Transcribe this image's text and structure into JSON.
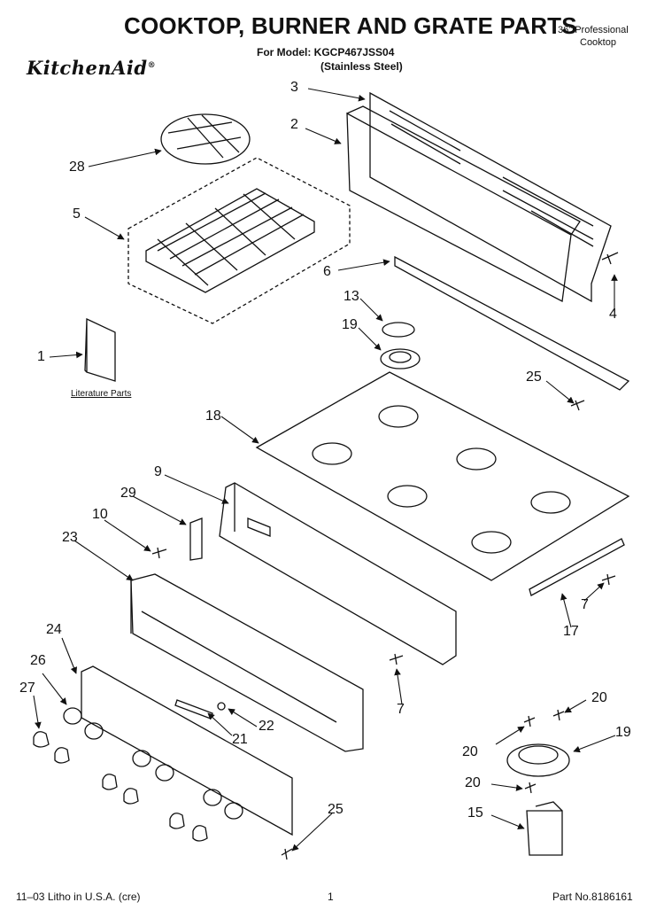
{
  "header": {
    "title": "COOKTOP, BURNER AND GRATE PARTS",
    "model_line": "For Model: KGCP467JSS04",
    "variant": "(Stainless Steel)",
    "product_line1": "36\" Professional",
    "product_line2": "Cooktop",
    "brand": "KitchenAid",
    "brand_mark": "®"
  },
  "callouts": {
    "c3": "3",
    "c2": "2",
    "c28": "28",
    "c5": "5",
    "c6": "6",
    "c4": "4",
    "c13": "13",
    "c19a": "19",
    "c1": "1",
    "c25a": "25",
    "c18": "18",
    "c9": "9",
    "c29": "29",
    "c10": "10",
    "c23": "23",
    "c7a": "7",
    "c17": "17",
    "c24": "24",
    "c26": "26",
    "c27": "27",
    "c7b": "7",
    "c20a": "20",
    "c20b": "20",
    "c19b": "19",
    "c22": "22",
    "c21": "21",
    "c20c": "20",
    "c25b": "25",
    "c15": "15"
  },
  "literature_label": "Literature Parts",
  "footer": {
    "litho": "11–03 Litho in U.S.A. (cre)",
    "page": "1",
    "part_no": "Part No.8186161"
  }
}
